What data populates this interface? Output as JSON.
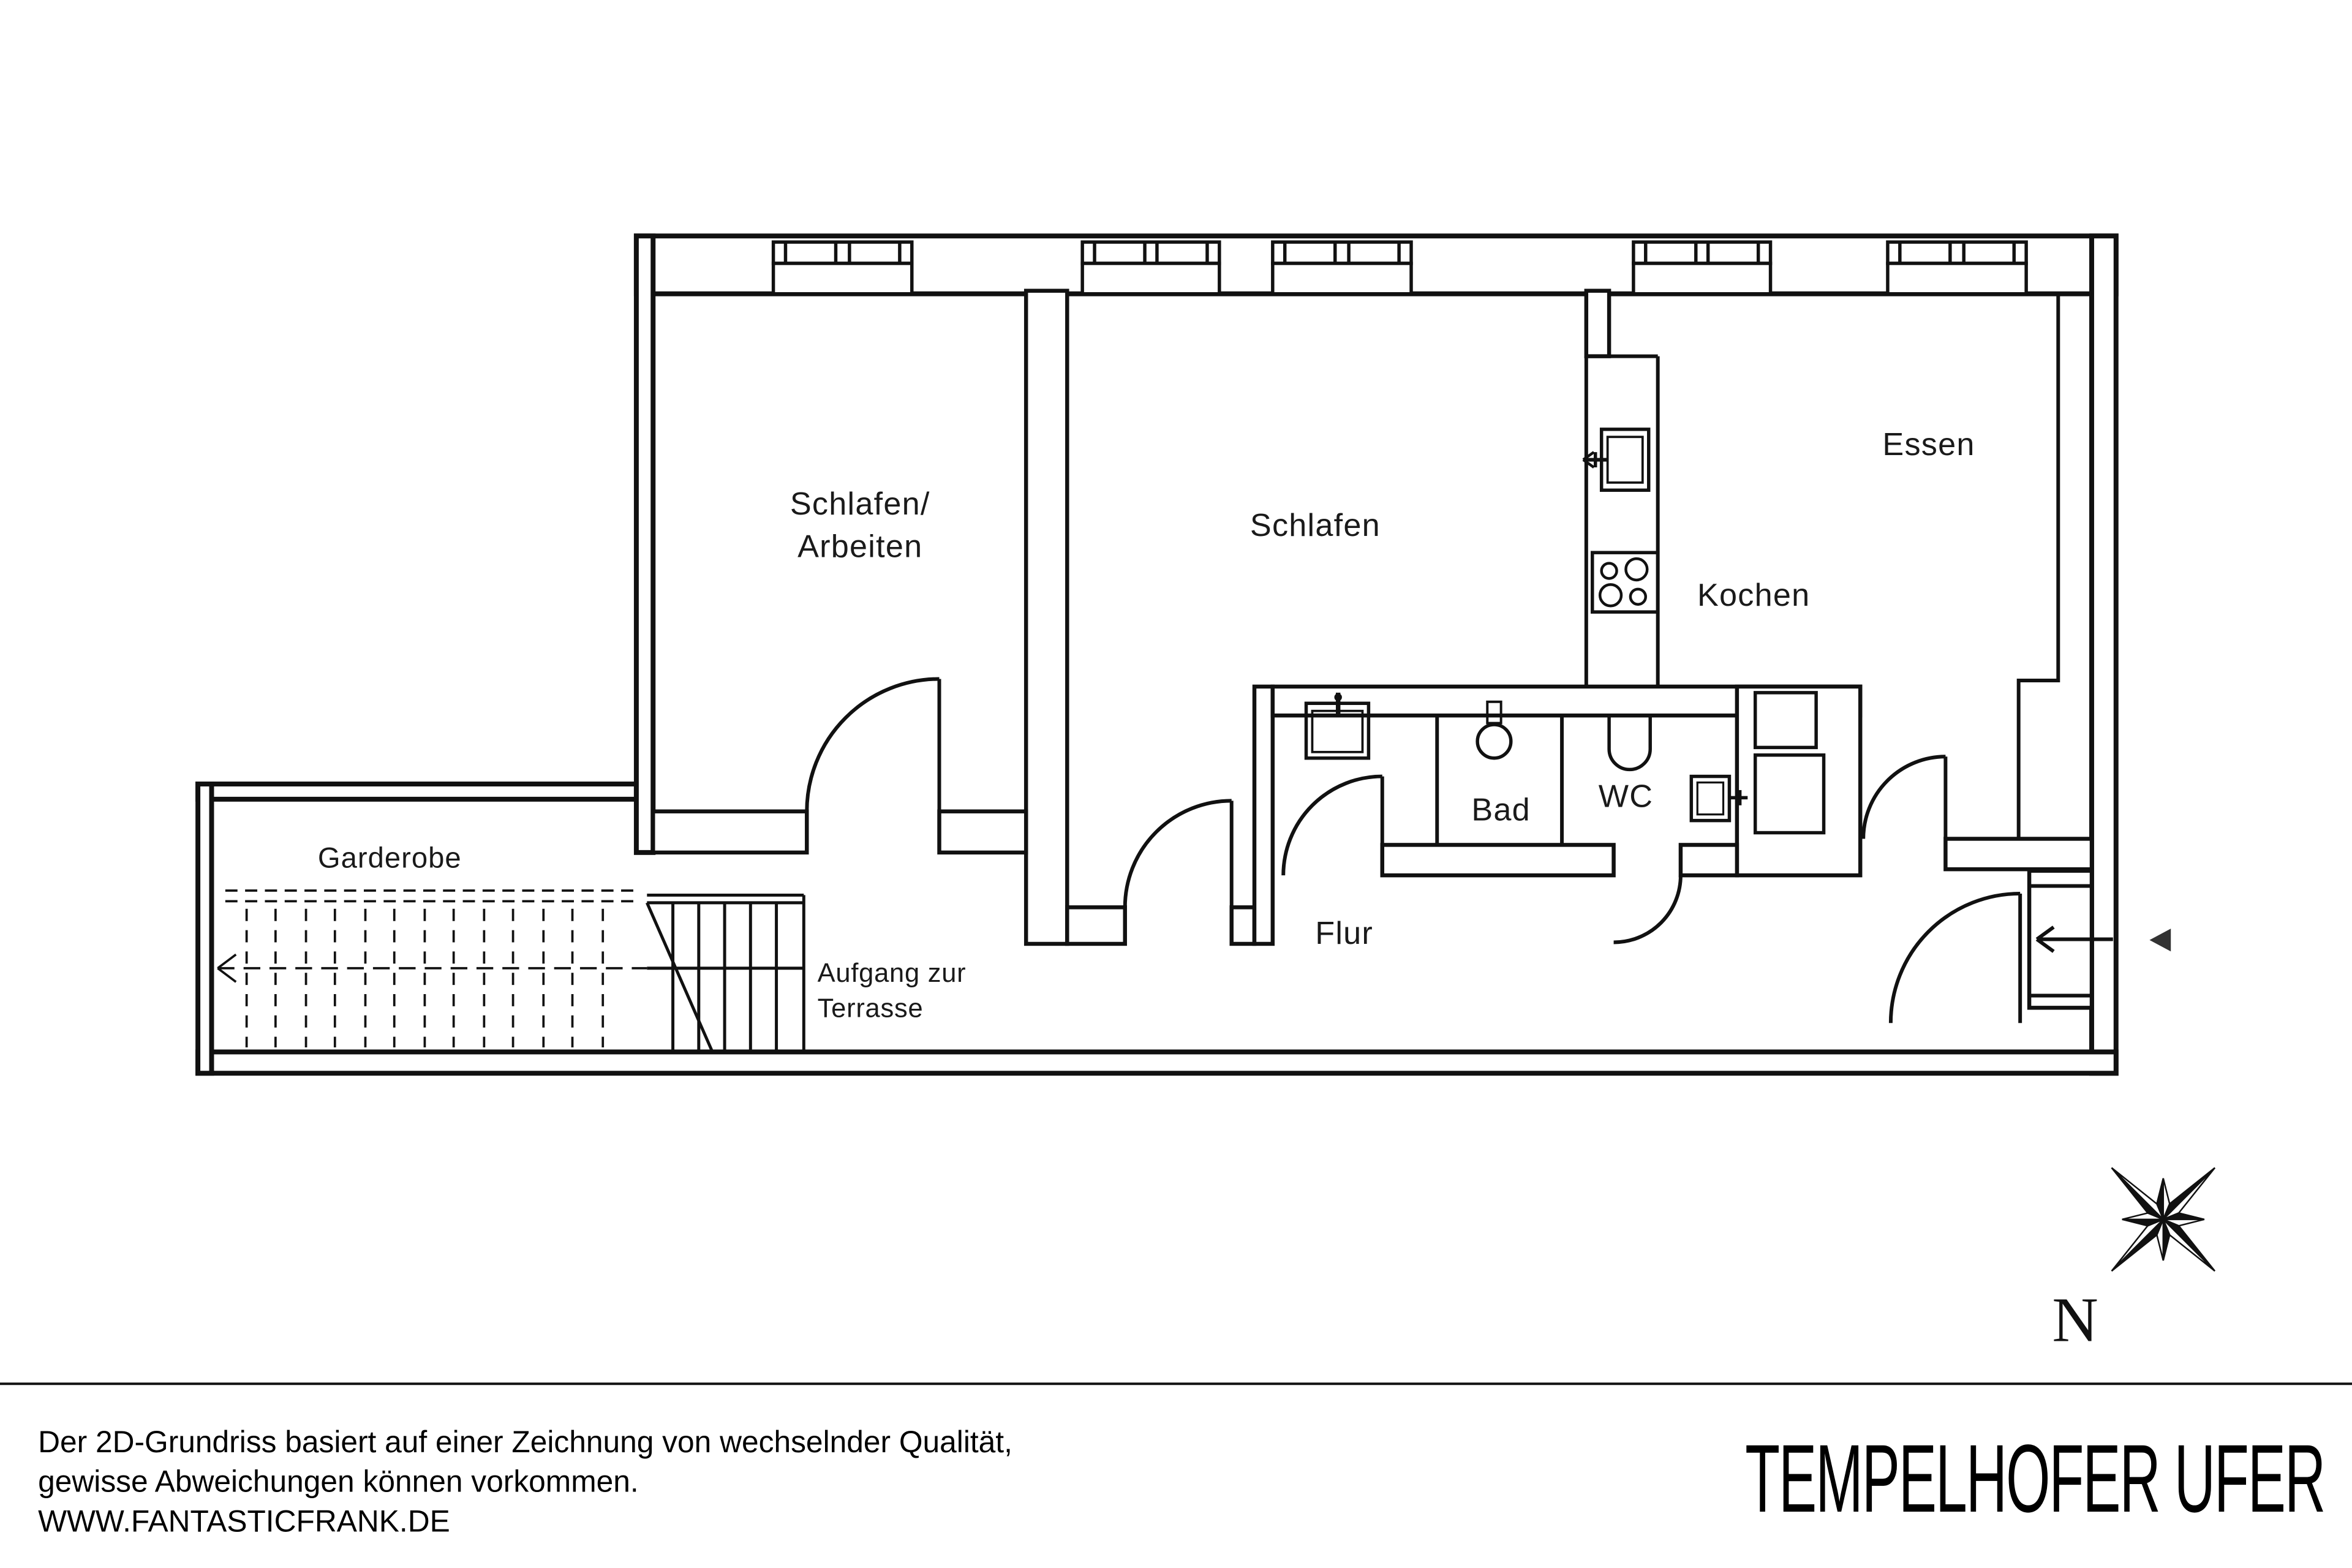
{
  "floorplan": {
    "rooms": {
      "schlafen_arbeiten": {
        "line1": "Schlafen/",
        "line2": "Arbeiten"
      },
      "schlafen": {
        "label": "Schlafen"
      },
      "kochen": {
        "label": "Kochen"
      },
      "essen": {
        "label": "Essen"
      },
      "bad": {
        "label": "Bad"
      },
      "wc": {
        "label": "WC"
      },
      "flur": {
        "label": "Flur"
      },
      "garderobe": {
        "label": "Garderobe"
      }
    },
    "annotations": {
      "stairs_line1": "Aufgang zur",
      "stairs_line2": "Terrasse"
    },
    "compass": {
      "north_label": "N"
    }
  },
  "footer": {
    "disclaimer_line1": "Der 2D-Grundriss basiert auf einer Zeichnung von wechselnder Qualität,",
    "disclaimer_line2": "gewisse Abweichungen können vorkommen.",
    "website": "WWW.FANTASTICFRANK.DE",
    "project_title": "TEMPELHOFER UFER"
  },
  "colors": {
    "line": "#111111",
    "background": "#ffffff",
    "marker": "#333333"
  }
}
